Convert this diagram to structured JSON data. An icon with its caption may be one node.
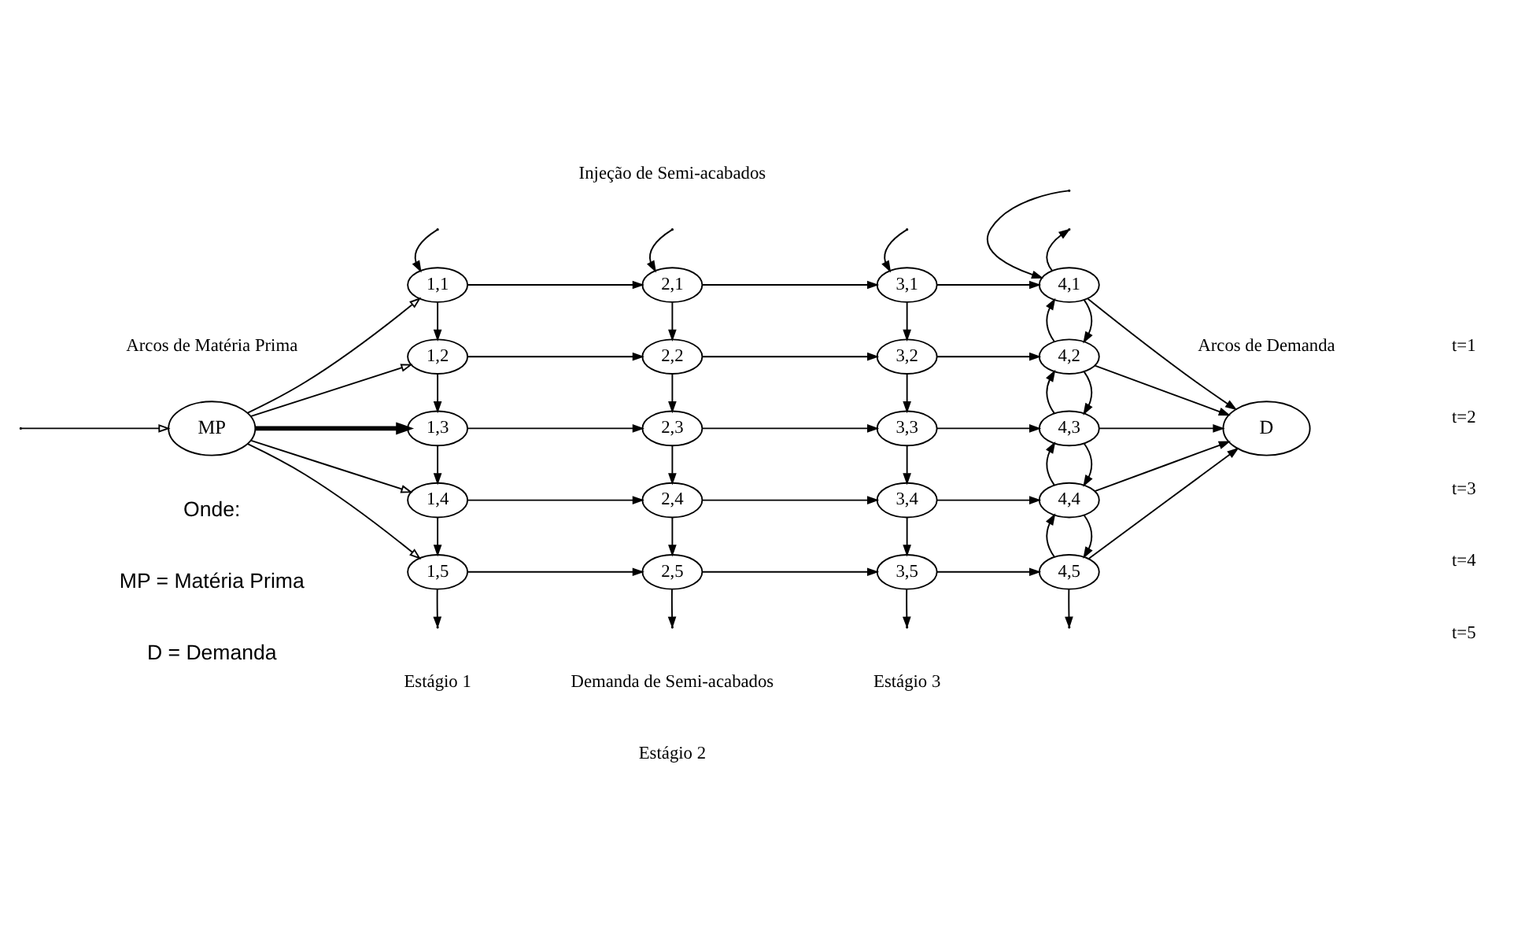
{
  "diagram": {
    "nodes": [
      {
        "text": [
          "MP"
        ]
      },
      {
        "text": [
          "1,1"
        ]
      },
      {
        "text": [
          "2,1"
        ]
      },
      {
        "text": [
          "3,1"
        ]
      },
      {
        "text": [
          "4,1"
        ]
      },
      {
        "text": [
          "1,2"
        ]
      },
      {
        "text": [
          "2,2"
        ]
      },
      {
        "text": [
          "3,2"
        ]
      },
      {
        "text": [
          "4,2"
        ]
      },
      {
        "text": [
          "1,3"
        ]
      },
      {
        "text": [
          "2,3"
        ]
      },
      {
        "text": [
          "3,3"
        ]
      },
      {
        "text": [
          "4,3"
        ]
      },
      {
        "text": [
          "1,4"
        ]
      },
      {
        "text": [
          "2,4"
        ]
      },
      {
        "text": [
          "3,4"
        ]
      },
      {
        "text": [
          "4,4"
        ]
      },
      {
        "text": [
          "1,5"
        ]
      },
      {
        "text": [
          "2,5"
        ]
      },
      {
        "text": [
          "3,5"
        ]
      },
      {
        "text": [
          "4,5"
        ]
      },
      {
        "text": [
          "D"
        ]
      }
    ],
    "edges": [
      {
        "from": null,
        "to": 0,
        "arrow": "to"
      },
      {
        "from": 0,
        "to": 1,
        "arrow": "to"
      },
      {
        "from": 0,
        "to": 5,
        "arrow": "to"
      },
      {
        "from": 0,
        "to": 9,
        "arrow": "to",
        "style": "thick"
      },
      {
        "from": 0,
        "to": 13,
        "arrow": "to"
      },
      {
        "from": 0,
        "to": 17,
        "arrow": "to"
      },
      {
        "from": 1,
        "to": 2,
        "arrow": "to"
      },
      {
        "from": 2,
        "to": 3,
        "arrow": "to"
      },
      {
        "from": 3,
        "to": 4,
        "arrow": "to"
      },
      {
        "from": 5,
        "to": 6,
        "arrow": "to"
      },
      {
        "from": 6,
        "to": 7,
        "arrow": "to"
      },
      {
        "from": 7,
        "to": 8,
        "arrow": "to"
      },
      {
        "from": 9,
        "to": 10,
        "arrow": "to"
      },
      {
        "from": 10,
        "to": 11,
        "arrow": "to"
      },
      {
        "from": 11,
        "to": 12,
        "arrow": "to"
      },
      {
        "from": 13,
        "to": 14,
        "arrow": "to"
      },
      {
        "from": 14,
        "to": 15,
        "arrow": "to"
      },
      {
        "from": 15,
        "to": 16,
        "arrow": "to"
      },
      {
        "from": 17,
        "to": 18,
        "arrow": "to"
      },
      {
        "from": 18,
        "to": 19,
        "arrow": "to"
      },
      {
        "from": 19,
        "to": 20,
        "arrow": "to"
      },
      {
        "from": 1,
        "to": 5,
        "arrow": "to"
      },
      {
        "from": 5,
        "to": 9,
        "arrow": "to"
      },
      {
        "from": 9,
        "to": 13,
        "arrow": "to"
      },
      {
        "from": 13,
        "to": 17,
        "arrow": "to"
      },
      {
        "from": 2,
        "to": 6,
        "arrow": "to"
      },
      {
        "from": 6,
        "to": 10,
        "arrow": "to"
      },
      {
        "from": 10,
        "to": 14,
        "arrow": "to"
      },
      {
        "from": 14,
        "to": 18,
        "arrow": "to"
      },
      {
        "from": 3,
        "to": 7,
        "arrow": "to"
      },
      {
        "from": 7,
        "to": 11,
        "arrow": "to"
      },
      {
        "from": 11,
        "to": 15,
        "arrow": "to"
      },
      {
        "from": 15,
        "to": 19,
        "arrow": "to"
      },
      {
        "from": 4,
        "to": 8,
        "arrow": "to"
      },
      {
        "from": 8,
        "to": 12,
        "arrow": "to"
      },
      {
        "from": 12,
        "to": 16,
        "arrow": "to"
      },
      {
        "from": 16,
        "to": 20,
        "arrow": "to"
      },
      {
        "from": 8,
        "to": 4,
        "arrow": "to"
      },
      {
        "from": 12,
        "to": 8,
        "arrow": "to"
      },
      {
        "from": 16,
        "to": 12,
        "arrow": "to"
      },
      {
        "from": 20,
        "to": 16,
        "arrow": "to"
      },
      {
        "from": null,
        "to": 1,
        "arrow": "to"
      },
      {
        "from": null,
        "to": 2,
        "arrow": "to"
      },
      {
        "from": null,
        "to": 3,
        "arrow": "to"
      },
      {
        "from": null,
        "to": 4,
        "arrow": "to"
      },
      {
        "from": 4,
        "to": null,
        "arrow": "to"
      },
      {
        "from": 17,
        "to": null,
        "arrow": "to"
      },
      {
        "from": 18,
        "to": null,
        "arrow": "to"
      },
      {
        "from": 19,
        "to": null,
        "arrow": "to"
      },
      {
        "from": 20,
        "to": null,
        "arrow": "to"
      },
      {
        "from": 4,
        "to": 21,
        "arrow": "to"
      },
      {
        "from": 8,
        "to": 21,
        "arrow": "to"
      },
      {
        "from": 12,
        "to": 21,
        "arrow": "to"
      },
      {
        "from": 16,
        "to": 21,
        "arrow": "to"
      },
      {
        "from": 20,
        "to": 21,
        "arrow": "to"
      }
    ],
    "labels": [
      "Arcos de Matéria Prima",
      "Injeção de Semi-acabados",
      "Arcos de Demanda",
      "t=1",
      "t=2",
      "t=3",
      "t=4",
      "t=5",
      "Demanda de Semi-acabados",
      "Onde:",
      "MP = Matéria Prima",
      "D = Demanda",
      "Estágio 1",
      "Estágio 2",
      "Estágio 3"
    ]
  }
}
